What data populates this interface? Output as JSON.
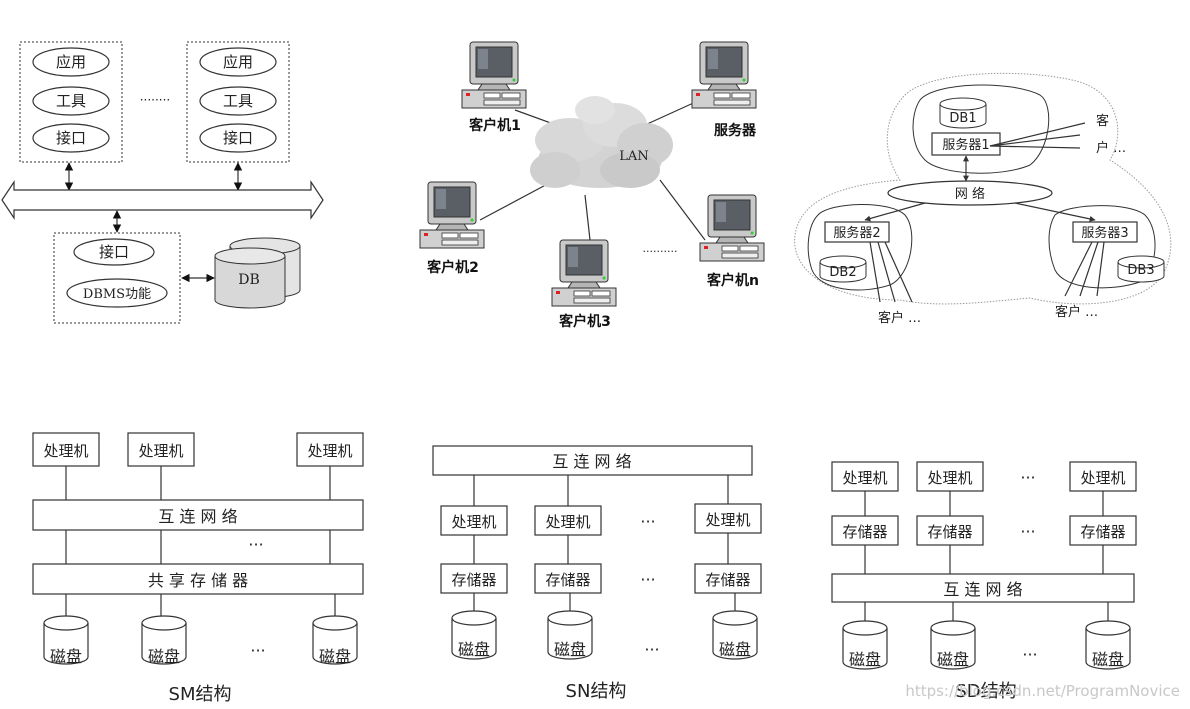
{
  "panel_centralized": {
    "client_left": [
      "应用",
      "工具",
      "接口"
    ],
    "client_right": [
      "应用",
      "工具",
      "接口"
    ],
    "ellipsis": "········",
    "server_items": [
      "接口",
      "DBMS功能"
    ],
    "db_label": "DB"
  },
  "panel_lan": {
    "cloud_label": "LAN",
    "client1": "客户机1",
    "server": "服务器",
    "client2": "客户机2",
    "client3": "客户机3",
    "clientn": "客户机n",
    "dots": "··········"
  },
  "panel_distributed": {
    "db1": "DB1",
    "server1": "服务器1",
    "client_top_1": "客",
    "client_top_2": "户 …",
    "network": "网    络",
    "server2": "服务器2",
    "db2": "DB2",
    "server3": "服务器3",
    "db3": "DB3",
    "clients_left": "客户 …",
    "clients_right": "客户 …"
  },
  "panel_sm": {
    "processors": [
      "处理机",
      "处理机",
      "处理机"
    ],
    "network": "互  连  网  络",
    "dots": "···",
    "shared_memory": "共  享  存  储  器",
    "disks": [
      "磁盘",
      "磁盘",
      "磁盘"
    ],
    "disk_dots": "···",
    "caption": "SM结构"
  },
  "panel_sn": {
    "network": "互  连  网  络",
    "processors": [
      "处理机",
      "处理机",
      "处理机"
    ],
    "memories": [
      "存储器",
      "存储器",
      "存储器"
    ],
    "disks": [
      "磁盘",
      "磁盘",
      "磁盘"
    ],
    "dots": "···",
    "caption": "SN结构"
  },
  "panel_sd": {
    "processors": [
      "处理机",
      "处理机",
      "处理机"
    ],
    "memories": [
      "存储器",
      "存储器",
      "存储器"
    ],
    "network": "互  连  网  络",
    "disks": [
      "磁盘",
      "磁盘",
      "磁盘"
    ],
    "dots": "···",
    "caption": "SD结构"
  },
  "watermark": "https://blog.csdn.net/ProgramNovice"
}
